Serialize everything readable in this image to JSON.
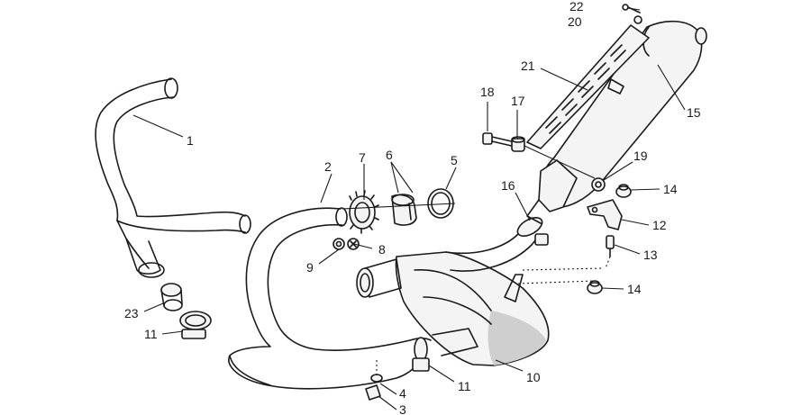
{
  "callouts": {
    "c1": "1",
    "c2": "2",
    "c3": "3",
    "c4": "4",
    "c5": "5",
    "c6": "6",
    "c7": "7",
    "c8": "8",
    "c9": "9",
    "c10": "10",
    "c11a": "11",
    "c11b": "11",
    "c12": "12",
    "c13": "13",
    "c14a": "14",
    "c14b": "14",
    "c15": "15",
    "c16": "16",
    "c17": "17",
    "c18": "18",
    "c19": "19",
    "c20": "20",
    "c21": "21",
    "c22": "22",
    "c23": "23"
  }
}
